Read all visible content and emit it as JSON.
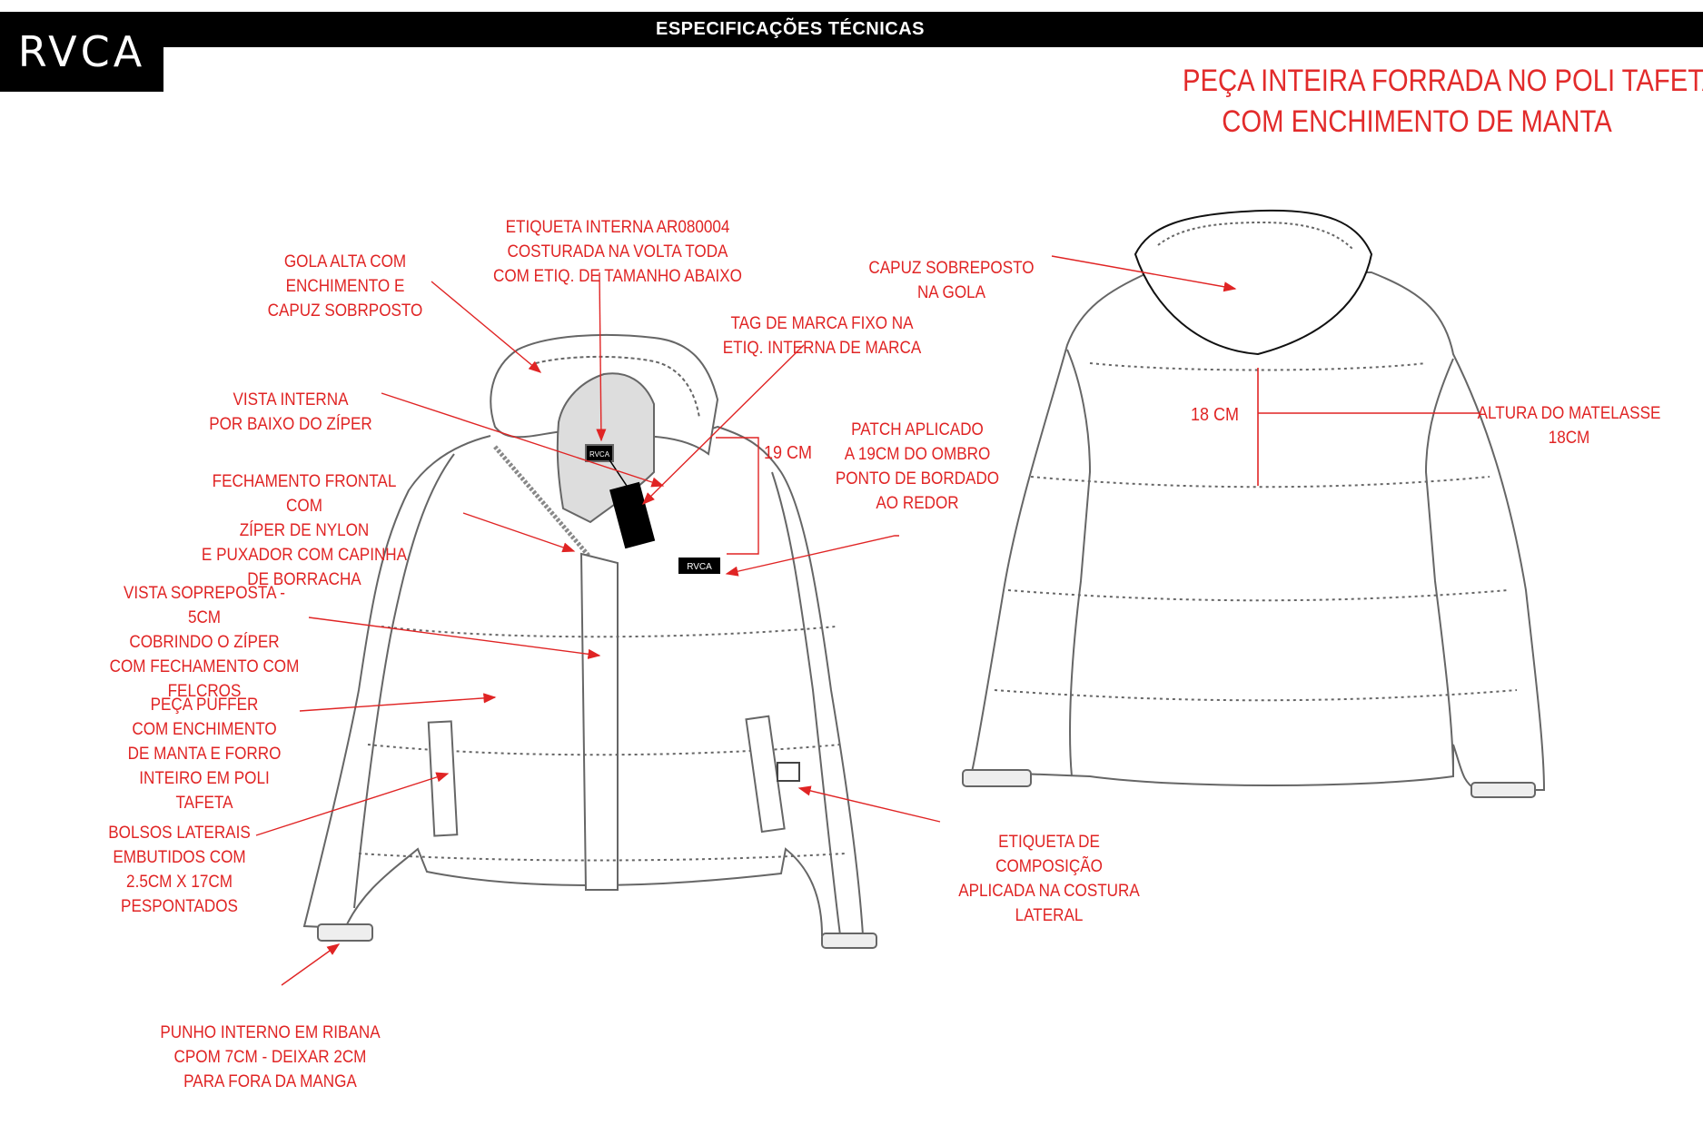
{
  "header": {
    "title": "ESPECIFICAÇÕES TÉCNICAS",
    "logo": "RVCA"
  },
  "main_title": {
    "line1": "PEÇA INTEIRA FORRADA NO POLI TAFETA",
    "line2": "COM ENCHIMENTO DE MANTA"
  },
  "front_notes": {
    "gola": [
      "GOLA ALTA COM",
      "ENCHIMENTO E",
      "CAPUZ SOBRPOSTO"
    ],
    "etiqueta_interna": [
      "ETIQUETA INTERNA AR080004",
      "COSTURADA NA VOLTA TODA",
      "COM ETIQ. DE TAMANHO ABAIXO"
    ],
    "tag_marca": [
      "TAG DE MARCA FIXO NA",
      "ETIQ. INTERNA DE MARCA"
    ],
    "vista_interna": [
      "VISTA INTERNA",
      "POR BAIXO DO ZÍPER"
    ],
    "fechamento": [
      "FECHAMENTO FRONTAL COM",
      "ZÍPER DE NYLON",
      "E PUXADOR COM CAPINHA",
      "DE BORRACHA"
    ],
    "patch": [
      "PATCH APLICADO",
      "A 19CM DO OMBRO",
      "PONTO DE BORDADO",
      "AO REDOR"
    ],
    "vista_sobreposta": [
      "VISTA SOPREPOSTA - 5CM",
      "COBRINDO O ZÍPER",
      "COM FECHAMENTO COM",
      "FELCROS"
    ],
    "peca_puffer": [
      "PEÇA PUFFER",
      "COM ENCHIMENTO",
      "DE MANTA E FORRO",
      "INTEIRO EM POLI TAFETA"
    ],
    "bolsos": [
      "BOLSOS LATERAIS",
      "EMBUTIDOS COM",
      "2.5CM X 17CM",
      "PESPONTADOS"
    ],
    "etiqueta_composicao": [
      "ETIQUETA DE COMPOSIÇÃO",
      "APLICADA NA COSTURA",
      "LATERAL"
    ],
    "punho": [
      "PUNHO INTERNO EM RIBANA",
      "CPOM 7CM - DEIXAR 2CM",
      "PARA FORA DA MANGA"
    ],
    "measure_19": "19 CM",
    "hang_tag": "RVCA",
    "chest_patch": "RVCA"
  },
  "back_notes": {
    "capuz": [
      "CAPUZ SOBREPOSTO",
      "NA GOLA"
    ],
    "altura": [
      "ALTURA DO MATELASSE",
      "18CM"
    ],
    "measure_18": "18 CM"
  },
  "colors": {
    "annotation": "#e02424",
    "outline": "#555555",
    "header": "#000000"
  }
}
